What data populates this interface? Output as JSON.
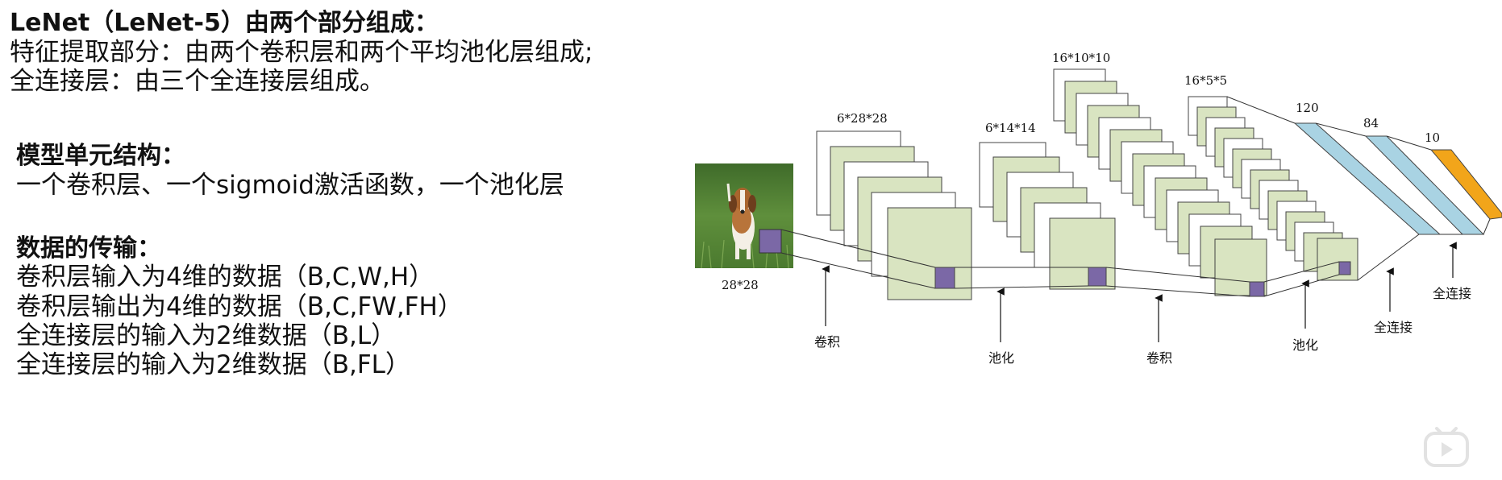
{
  "left_text": {
    "heading": "LeNet（LeNet-5）由两个部分组成：",
    "lines": [
      "特征提取部分：由两个卷积层和两个平均池化层组成;",
      "全连接层：由三个全连接层组成。"
    ],
    "unit_heading": "模型单元结构：",
    "unit_desc": "一个卷积层、一个sigmoid激活函数，一个池化层",
    "transfer_heading": "数据的传输：",
    "transfer_lines": [
      "卷积层输入为4维的数据（B,C,W,H）",
      "卷积层输出为4维的数据（B,C,FW,FH）",
      "全连接层的输入为2维数据（B,L）",
      "全连接层的输入为2维数据（B,FL）"
    ]
  },
  "diagram": {
    "input_label": "28*28",
    "stage_labels": [
      "6*28*28",
      "6*14*14",
      "16*10*10",
      "16*5*5",
      "120",
      "84",
      "10"
    ],
    "arrow_labels": [
      "卷积",
      "池化",
      "卷积",
      "池化",
      "全连接",
      "全连接"
    ],
    "colors": {
      "map_fill": "#d9e4c1",
      "kernel": "#7b68a6",
      "fc1": "#a9d3e3",
      "fc2": "#a9d3e3",
      "fc3": "#f2a51a"
    }
  }
}
